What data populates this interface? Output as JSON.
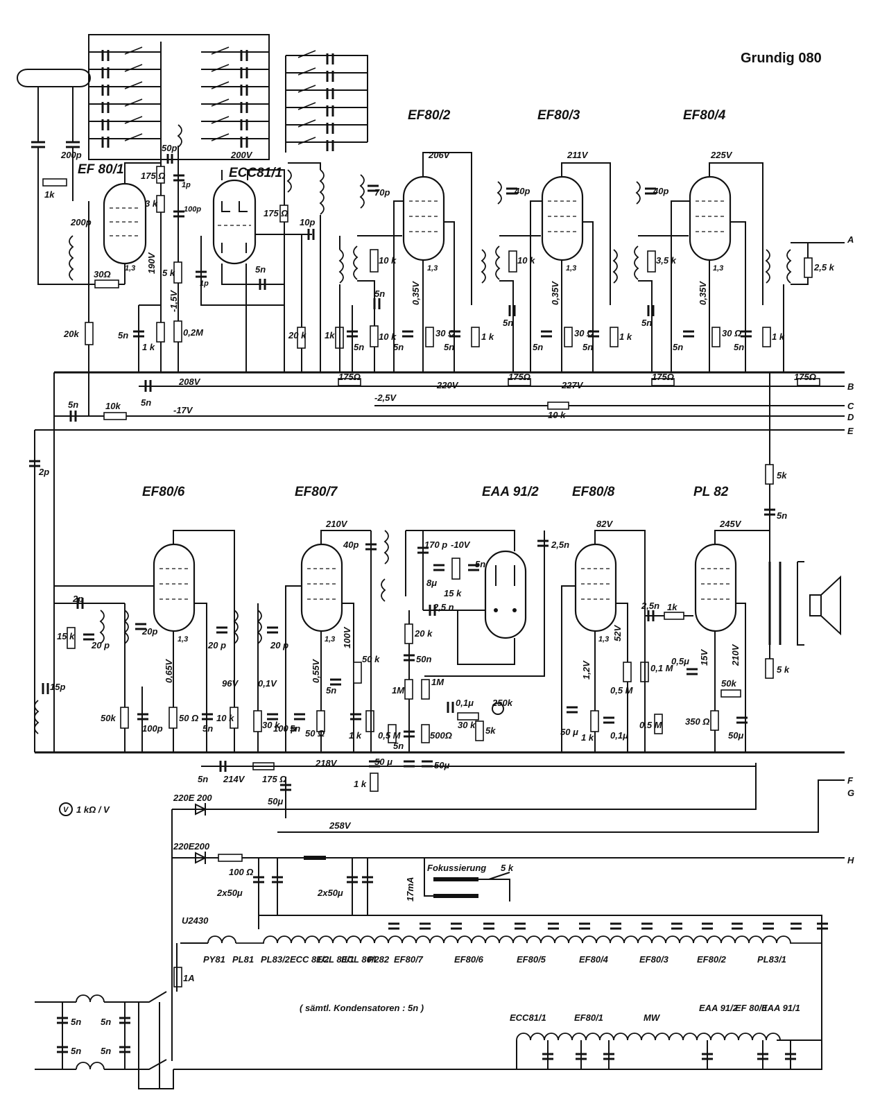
{
  "title": "Grundig 080",
  "tubes_top": [
    {
      "id": "ef80_1",
      "label": "EF 80/1"
    },
    {
      "id": "ecc81_1",
      "label": "ECC81/1"
    },
    {
      "id": "ef80_2",
      "label": "EF80/2"
    },
    {
      "id": "ef80_3",
      "label": "EF80/3"
    },
    {
      "id": "ef80_4",
      "label": "EF80/4"
    }
  ],
  "tubes_bottom": [
    {
      "id": "ef80_6",
      "label": "EF80/6"
    },
    {
      "id": "ef80_7",
      "label": "EF80/7"
    },
    {
      "id": "eaa91_2",
      "label": "EAA 91/2"
    },
    {
      "id": "ef80_8",
      "label": "EF80/8"
    },
    {
      "id": "pl82",
      "label": "PL 82"
    }
  ],
  "voltages_top": {
    "v200": "200V",
    "v206": "206V",
    "v211": "211V",
    "v225": "225V",
    "v190": "190V",
    "vm15": "-1,5V",
    "v208": "208V",
    "v220": "220V",
    "v227": "227V",
    "vm25": "-2,5V",
    "vm17": "-17V"
  },
  "voltages_bottom": {
    "v210": "210V",
    "vm10": "-10V",
    "v82": "82V",
    "v245": "245V",
    "v96": "96V",
    "v218": "218V",
    "v214": "214V",
    "v258": "258V",
    "v100": "100V",
    "v52": "52V",
    "v15": "15V",
    "v210b": "210V",
    "v065": "0,65V",
    "v055": "0,55V",
    "v01": "0,1V",
    "v12": "1,2V"
  },
  "bus_labels": [
    "A",
    "B",
    "C",
    "D",
    "E",
    "F",
    "G",
    "H"
  ],
  "components_top": {
    "c200p_ant": "200p",
    "r1k_ant": "1k",
    "c200p_g": "200p",
    "r30": "30Ω",
    "r20k": "20k",
    "r175": "175 Ω",
    "r3k": "3 k",
    "c50p": "50p",
    "c1p_a": "1p",
    "c100p": "100p",
    "r5k": "5 k",
    "c1p_b": "1p",
    "r02m": "0,2M",
    "c5n_a": "5n",
    "r1k_a": "1 k",
    "r175_b": "175 Ω",
    "c10p": "10p",
    "c5n_b": "5n",
    "r20k_b": "20 k",
    "r1k_b": "1k",
    "c5n_c": "5n",
    "c70p": "70p",
    "r10k_a": "10 k",
    "c5n_d": "5n",
    "r10k_b": "10 k",
    "c5n_e": "5n",
    "v035_a": "0,35V",
    "r30_a": "30 Ω",
    "c5n_f": "5n",
    "r1k_c": "1 k",
    "pin13_a": "1,3",
    "c40p_a": "40p",
    "r10k_c": "10 k",
    "c5n_g": "5n",
    "c5n_h": "5n",
    "v035_b": "0,35V",
    "r30_b": "30 Ω",
    "c5n_i": "5n",
    "r1k_d": "1 k",
    "pin13_b": "1,3",
    "c40p_b": "40p",
    "r35k": "3,5 k",
    "c5n_j": "5n",
    "c5n_k": "5n",
    "v035_c": "0,35V",
    "r30_c": "30 Ω",
    "c5n_l": "5n",
    "r1k_e": "1 k",
    "r25k": "2,5 k",
    "pin13_c": "1,3",
    "r175_c": "175Ω",
    "r175_d": "175Ω",
    "r175_e": "175Ω",
    "r175_f": "175Ω",
    "r10k_bus": "10k",
    "c5n_bus": "5n",
    "r10k_c2": "10 k",
    "c5n_bus2": "5n"
  },
  "components_bottom": {
    "c2p": "2p",
    "c2p_b": "2p",
    "r15k": "15 k",
    "c20p_a": "20 p",
    "c15p": "15p",
    "c20p_b": "20p",
    "r50k": "50k",
    "c100p": "100p",
    "r50": "50 Ω",
    "c5n_a": "5n",
    "c20p_c": "20 p",
    "r10k": "10 k",
    "c20p_d": "20 p",
    "r30k": "30 k",
    "c100p_b": "100 p",
    "c5n_b": "5n",
    "r50_b": "50 Ω",
    "c5n_c": "5n",
    "r50k_b": "50 k",
    "r1k": "1 k",
    "c40p": "40p",
    "c170p": "170 p",
    "r15k_b": "15 k",
    "c8u": "8μ",
    "c5n_d": "5n",
    "c25n": "2,5 n",
    "r20k": "20 k",
    "c50n": "50n",
    "r1m": "1M",
    "p1m": "1M",
    "c01u": "0,1μ",
    "r30k_b": "30 k",
    "p250k": "250k",
    "r5k": "5k",
    "r05m": "0,5 M",
    "c5n_e": "5n",
    "r500": "500Ω",
    "c50u_a": "50μ",
    "c50u_b": "50 μ",
    "r1k_b": "1 k",
    "c25n_b": "2,5n",
    "c50u_c": "50 μ",
    "r1k_c": "1 k",
    "c01u_b": "0,1μ",
    "r05m_b": "0,5 M",
    "r01m": "0,1 M",
    "r05m_c": "0,5 M",
    "c25n_c": "2,5n",
    "r1k_d": "1k",
    "c05u": "0,5μ",
    "r50k_c": "50k",
    "r350": "350 Ω",
    "c50u_d": "50μ",
    "r5k_b": "5 k",
    "r5k_c": "5k",
    "c5n_f": "5n",
    "r175": "175 Ω",
    "c5n_g": "5n",
    "c50u_e": "50μ",
    "pin13_d": "1,3",
    "pin13_e": "1,3",
    "pin13_f": "1,3"
  },
  "power": {
    "meter": "1 kΩ / V",
    "rect1": "220E 200",
    "rect2": "220E200",
    "r100": "100 Ω",
    "c2x50_a": "2x50μ",
    "c2x50_b": "2x50μ",
    "i17": "17mA",
    "focus": "Fokussierung",
    "p5k": "5 k",
    "u2430": "U2430",
    "fuse": "1A",
    "c5n_1": "5n",
    "c5n_2": "5n",
    "c5n_3": "5n",
    "c5n_4": "5n",
    "note": "( sämtl. Kondensatoren : 5n )"
  },
  "heater_top": [
    "PY81",
    "PL81",
    "PL83/2",
    "ECC 81/2",
    "ECL 80/1",
    "ECL 80/2",
    "PL82",
    "EF80/7",
    "EF80/6",
    "EF80/5",
    "EF80/4",
    "EF80/3",
    "EF80/2",
    "PL83/1"
  ],
  "heater_bottom": [
    "ECC81/1",
    "EF80/1",
    "MW",
    "EAA 91/2",
    "EF 80/8",
    "EAA 91/1"
  ]
}
